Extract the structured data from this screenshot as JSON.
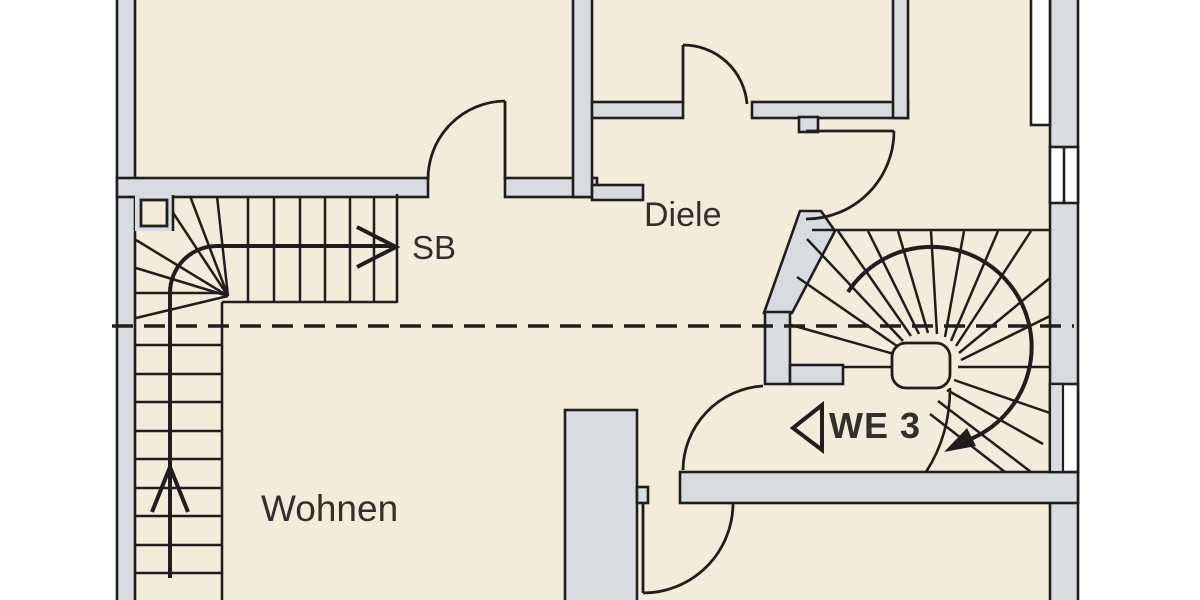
{
  "document": {
    "type": "floor-plan",
    "floor_shown": "cropped section of a multi-room apartment level"
  },
  "labels": {
    "room_diele": "Diele",
    "room_wohnen": "Wohnen",
    "stair_sb": "SB",
    "unit_we3": "WE 3"
  },
  "colors": {
    "page": "#ffffff",
    "floor": "#f4ecdb",
    "wall": "#d8dce0",
    "line": "#1f1e1c",
    "text": "#32302c"
  }
}
